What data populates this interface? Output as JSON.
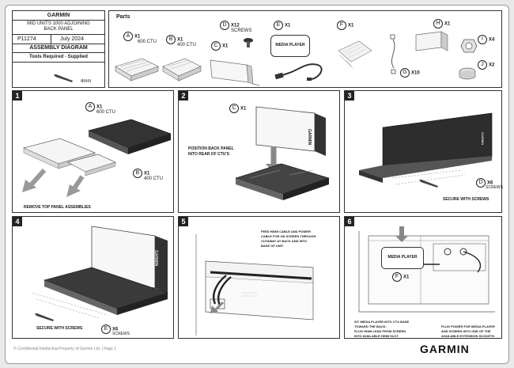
{
  "header": {
    "brand": "GARMIN",
    "title_line1": "MID UNITS 1000 ADJOINING",
    "title_line2": "BACK PANEL",
    "part_number": "P11274",
    "date": "July 2024",
    "doc_type": "ASSEMBLY DIAGRAM",
    "tools_label": "Tools Required - Supplied",
    "tool_size": "4mm"
  },
  "parts": {
    "title": "Parts",
    "A": {
      "letter": "A",
      "qty": "X1",
      "desc": "600 CTU"
    },
    "B": {
      "letter": "B",
      "qty": "X1",
      "desc": "400 CTU"
    },
    "C": {
      "letter": "C",
      "qty": "X1"
    },
    "D": {
      "letter": "D",
      "qty": "X12",
      "desc": "SCREWS"
    },
    "E": {
      "letter": "E",
      "qty": "X1",
      "label": "MEDIA PLAYER"
    },
    "F": {
      "letter": "F",
      "qty": "X1"
    },
    "G": {
      "letter": "G",
      "qty": "X10"
    },
    "H": {
      "letter": "H",
      "qty": "X1"
    },
    "I": {
      "letter": "I",
      "qty": "X4"
    },
    "J": {
      "letter": "J",
      "qty": "X2"
    }
  },
  "steps": {
    "s1": {
      "num": "1",
      "A_letter": "A",
      "A_qty": "X1",
      "A_desc": "600 CTU",
      "B_letter": "B",
      "B_qty": "X1",
      "B_desc": "400 CTU",
      "caption": "REMOVE TOP PANEL ASSEMBLIES"
    },
    "s2": {
      "num": "2",
      "C_letter": "C",
      "C_qty": "X1",
      "caption_line1": "POSITION BACK PANEL",
      "caption_line2": "INTO REAR OF CTU'S",
      "brand": "GARMIN"
    },
    "s3": {
      "num": "3",
      "D_letter": "D",
      "D_qty": "X6",
      "D_desc": "SCREWS",
      "caption": "SECURE WITH SCREWS",
      "brand": "GARMIN"
    },
    "s4": {
      "num": "4",
      "E_letter": "E",
      "E_qty": "X6",
      "E_desc": "SCREWS",
      "caption": "SECURE WITH SCREWS",
      "brand": "GARMIN"
    },
    "s5": {
      "num": "5",
      "caption_line1": "FEED HDMI CABLE AND POWER",
      "caption_line2": "CABLE FOR ON SCREEN THROUGH",
      "caption_line3": "CUTAWAY AT BACK AND INTO",
      "caption_line4": "BASE OF UNIT."
    },
    "s6": {
      "num": "6",
      "media_label": "MEDIA PLAYER",
      "F_letter": "F",
      "F_qty": "X1",
      "left_line1": "SIT MEDIA PLAYER INTO CTU BASE",
      "left_line2": "TOWARD THE BACK.",
      "left_line3": "PLUG HDMI LEAD FROM SCREEN",
      "left_line4": "INTO AVAILABLE HDMI SLOT.",
      "right_line1": "PLUG POWER FOR MEDIA PLAYER",
      "right_line2": "AND SCREEN INTO ONE OF THE",
      "right_line3": "AVAILABLE EXTENSION SOCKETS."
    }
  },
  "footer": {
    "copyright": "© Confidential Intellectual Property of Garmin Ltd. | Page 1",
    "logo": "GARMIN"
  }
}
